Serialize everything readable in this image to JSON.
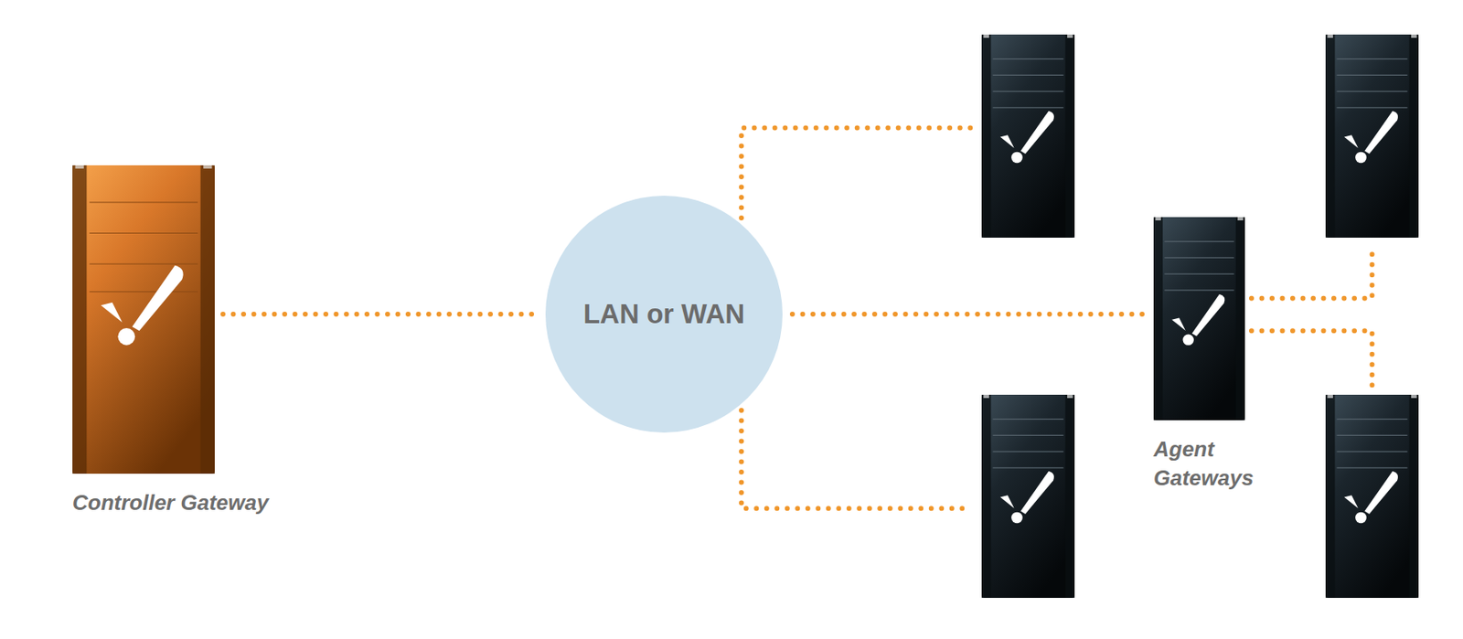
{
  "diagram": {
    "nodes": [
      {
        "text": [
          "Controller Gateway"
        ]
      },
      {
        "text": [
          "LAN or WAN"
        ]
      },
      {},
      {},
      {
        "text": [
          "Agent Gateways"
        ]
      },
      {},
      {}
    ],
    "edges": [
      {
        "from": 0,
        "to": 1,
        "arrow": "none"
      },
      {
        "from": 1,
        "to": 2,
        "arrow": "none"
      },
      {
        "from": 1,
        "to": 3,
        "arrow": "none"
      },
      {
        "from": 1,
        "to": 4,
        "arrow": "none"
      },
      {
        "from": 4,
        "to": 5,
        "arrow": "none"
      },
      {
        "from": 4,
        "to": 6,
        "arrow": "none"
      }
    ]
  }
}
